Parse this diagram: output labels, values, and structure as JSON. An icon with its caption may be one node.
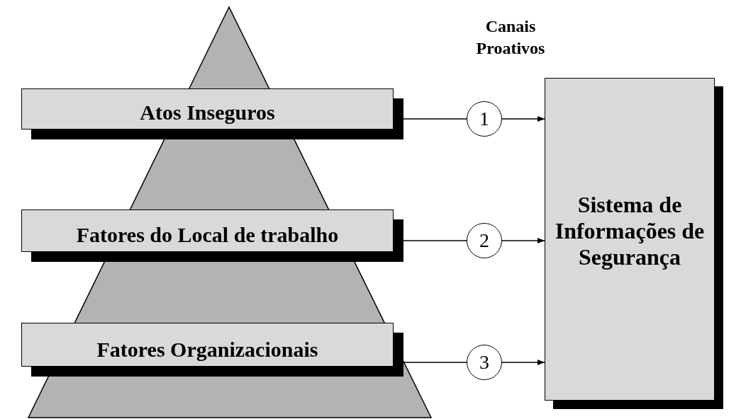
{
  "diagram": {
    "nodes": [
      {
        "text": [
          "Atos Inseguros"
        ]
      },
      {
        "text": [
          "Fatores do Local de trabalho"
        ]
      },
      {
        "text": [
          "Fatores Organizacionais"
        ]
      },
      {
        "text": [
          "1"
        ]
      },
      {
        "text": [
          "2"
        ]
      },
      {
        "text": [
          "3"
        ]
      },
      {
        "text": [
          "Sistema de Informações de Segurança"
        ]
      }
    ],
    "edges": [
      {
        "from": 0,
        "to": 3,
        "arrow": "none"
      },
      {
        "from": 3,
        "to": 6,
        "arrow": "to"
      },
      {
        "from": 1,
        "to": 4,
        "arrow": "none"
      },
      {
        "from": 4,
        "to": 6,
        "arrow": "to"
      },
      {
        "from": 2,
        "to": 5,
        "arrow": "none"
      },
      {
        "from": 5,
        "to": 6,
        "arrow": "to"
      }
    ],
    "labels": [
      "Canais Proativos"
    ]
  }
}
